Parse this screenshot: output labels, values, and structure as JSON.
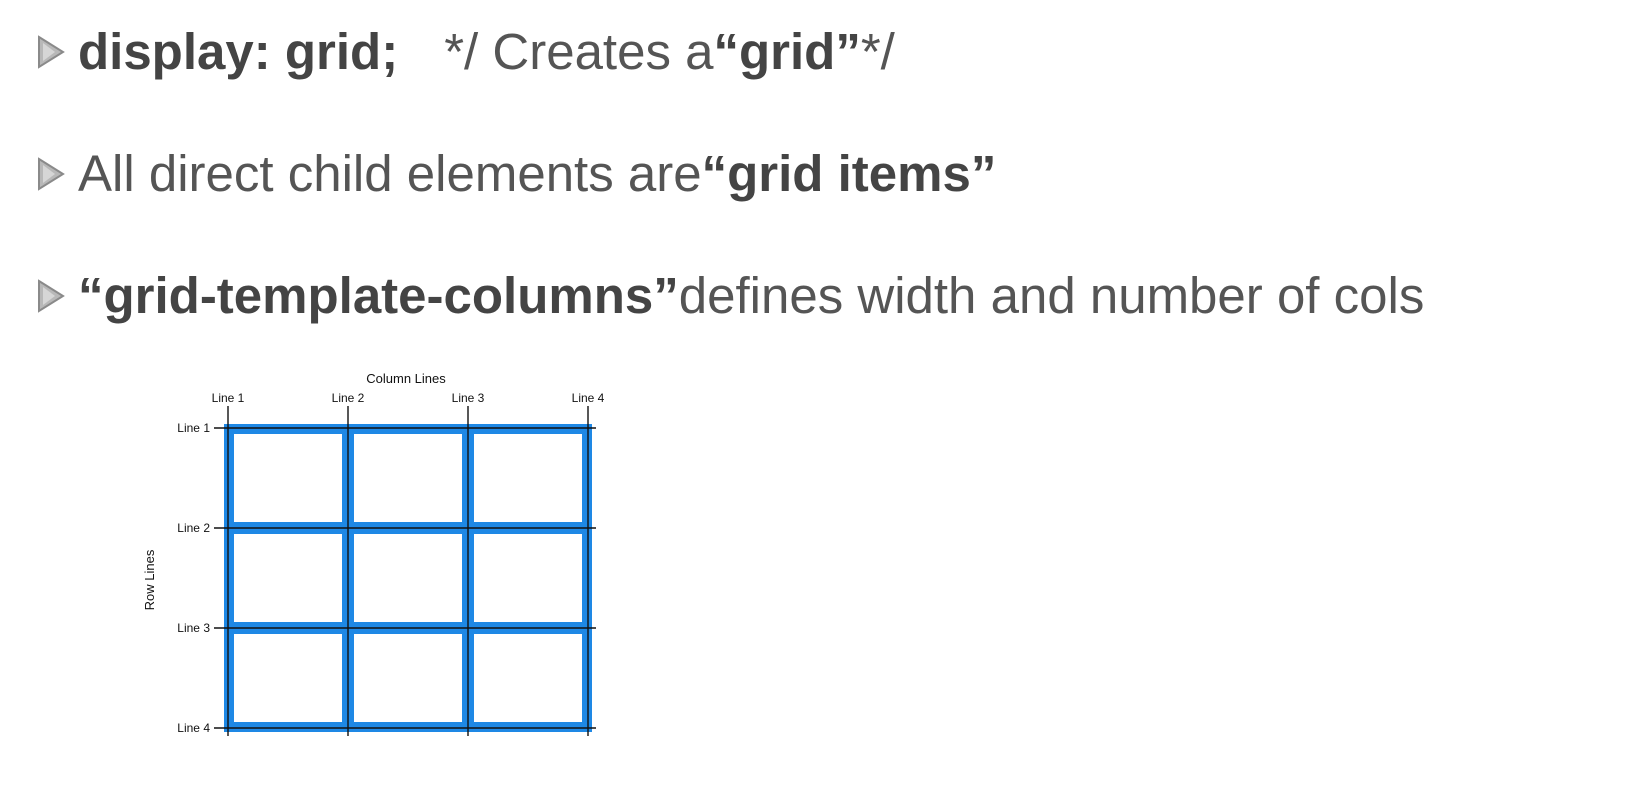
{
  "bullets": [
    {
      "parts": [
        {
          "text": "display: grid;",
          "bold": true
        },
        {
          "text": "*/ Creates a ",
          "bold": false
        },
        {
          "text": "“grid”",
          "bold": true
        },
        {
          "text": " */",
          "bold": false
        }
      ]
    },
    {
      "parts": [
        {
          "text": "All direct child elements are ",
          "bold": false
        },
        {
          "text": "“grid items”",
          "bold": true
        }
      ]
    },
    {
      "parts": [
        {
          "text": "“grid-template-columns”",
          "bold": true
        },
        {
          "text": " defines width and number of cols",
          "bold": false
        }
      ]
    }
  ],
  "diagram": {
    "column_lines_title": "Column Lines",
    "row_lines_title": "Row Lines",
    "column_lines": [
      "Line 1",
      "Line 2",
      "Line 3",
      "Line 4"
    ],
    "row_lines": [
      "Line 1",
      "Line 2",
      "Line 3",
      "Line 4"
    ],
    "columns": 3,
    "rows": 3,
    "accent_color": "#1e88e5",
    "line_color": "#111111"
  }
}
